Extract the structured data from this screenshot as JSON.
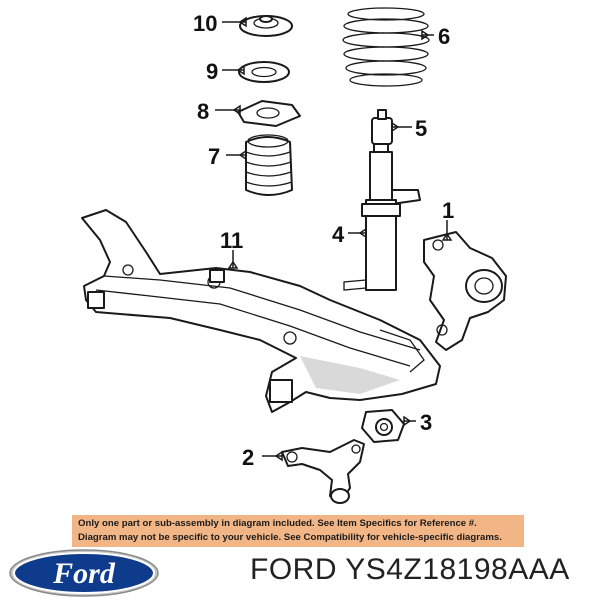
{
  "diagram": {
    "callouts": [
      {
        "id": "10",
        "label": "10"
      },
      {
        "id": "9",
        "label": "9"
      },
      {
        "id": "8",
        "label": "8"
      },
      {
        "id": "7",
        "label": "7"
      },
      {
        "id": "6",
        "label": "6"
      },
      {
        "id": "5",
        "label": "5"
      },
      {
        "id": "4",
        "label": "4"
      },
      {
        "id": "1",
        "label": "1"
      },
      {
        "id": "11",
        "label": "11"
      },
      {
        "id": "3",
        "label": "3"
      },
      {
        "id": "2",
        "label": "2"
      }
    ]
  },
  "notice": {
    "line1": "Only one part or sub-assembly in diagram included. See Item Specifics for Reference #.",
    "line2": "Diagram may not be specific to your vehicle. See Compatibility for vehicle-specific diagrams.",
    "background": "#f2b585"
  },
  "brand": {
    "logo_text": "Ford",
    "logo_color": "#0f3b8c",
    "caption": "FORD YS4Z18198AAA"
  }
}
